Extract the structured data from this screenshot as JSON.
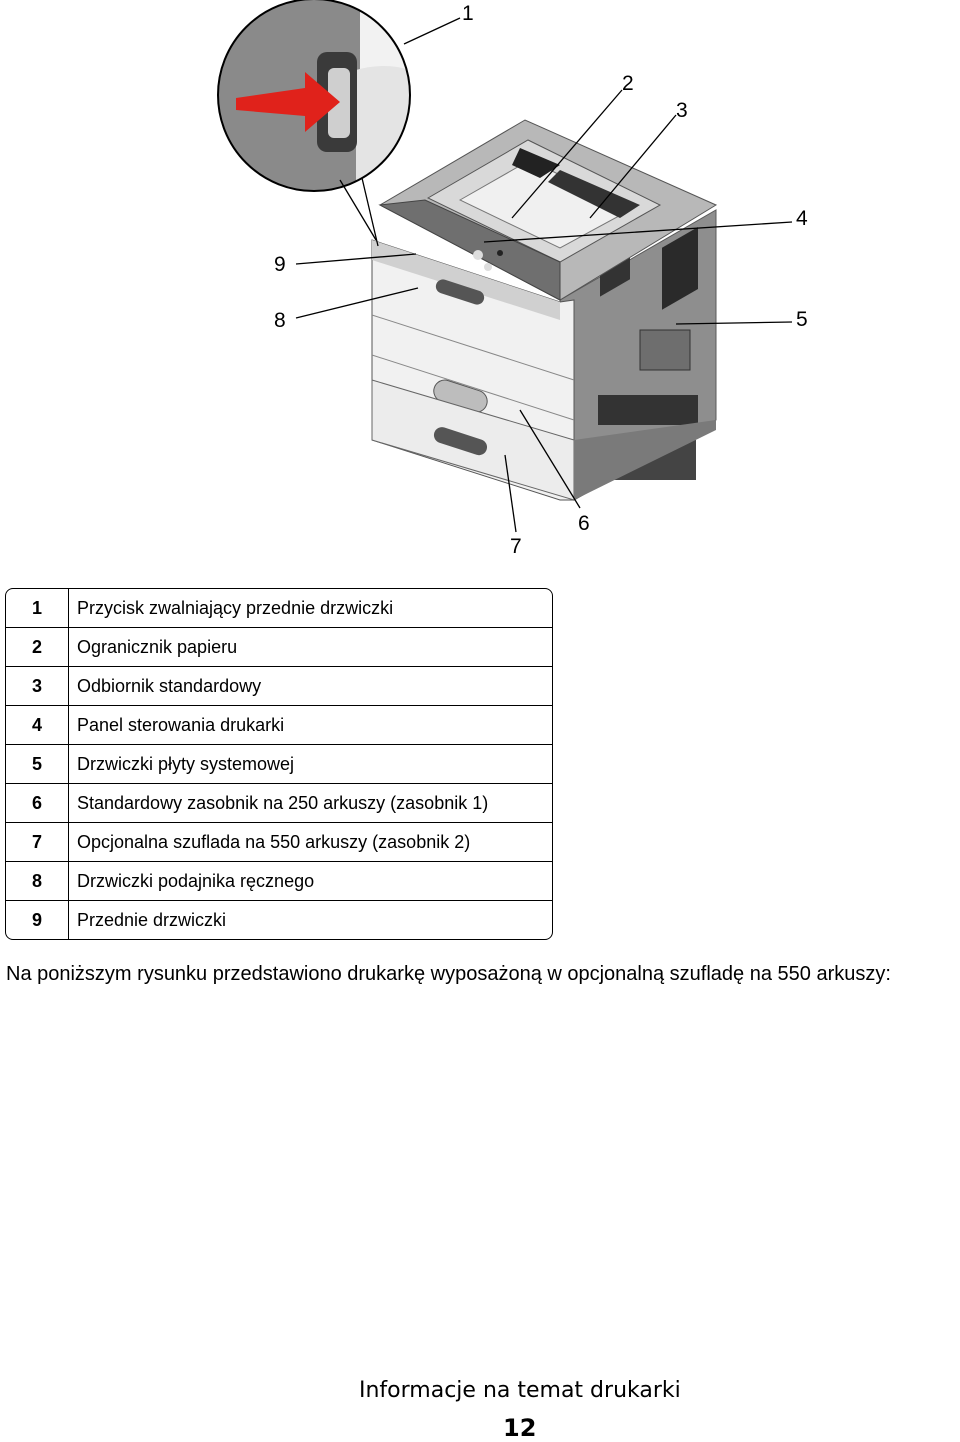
{
  "figure": {
    "callouts": [
      "1",
      "2",
      "3",
      "4",
      "5",
      "6",
      "7",
      "8",
      "9"
    ]
  },
  "legend": [
    {
      "num": "1",
      "text": "Przycisk zwalniający przednie drzwiczki"
    },
    {
      "num": "2",
      "text": "Ogranicznik papieru"
    },
    {
      "num": "3",
      "text": "Odbiornik standardowy"
    },
    {
      "num": "4",
      "text": "Panel sterowania drukarki"
    },
    {
      "num": "5",
      "text": "Drzwiczki płyty systemowej"
    },
    {
      "num": "6",
      "text": "Standardowy zasobnik na 250 arkuszy (zasobnik 1)"
    },
    {
      "num": "7",
      "text": "Opcjonalna szuflada na 550 arkuszy (zasobnik 2)"
    },
    {
      "num": "8",
      "text": "Drzwiczki podajnika ręcznego"
    },
    {
      "num": "9",
      "text": "Przednie drzwiczki"
    }
  ],
  "caption": "Na poniższym rysunku przedstawiono drukarkę wyposażoną w opcjonalną szufladę na 550 arkuszy:",
  "footer": {
    "section_title": "Informacje na temat drukarki",
    "page_number": "12"
  }
}
